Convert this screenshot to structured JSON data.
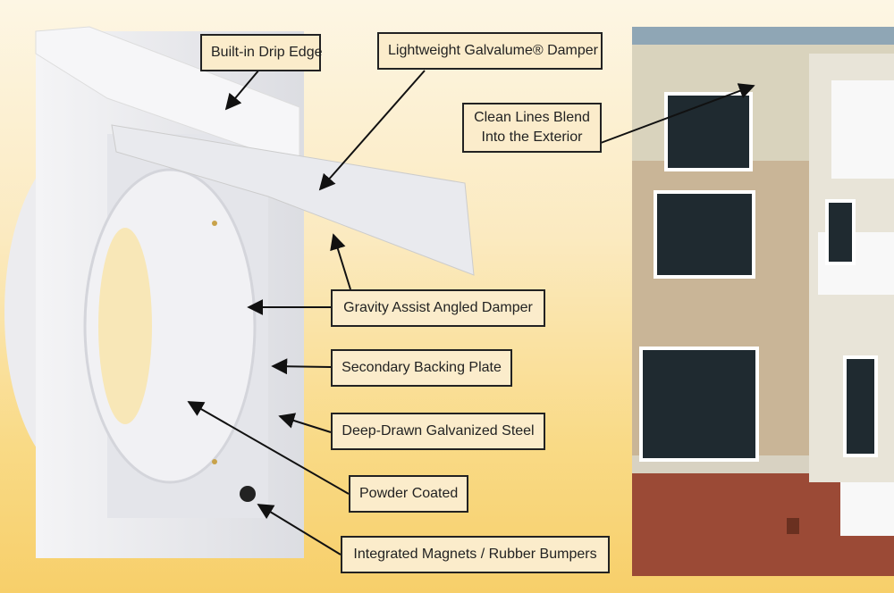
{
  "callouts": {
    "drip_edge": "Built-in Drip Edge",
    "damper": "Lightweight Galvalume® Damper",
    "clean_lines_1": "Clean Lines Blend",
    "clean_lines_2": "Into the Exterior",
    "gravity": "Gravity Assist Angled Damper",
    "backing": "Secondary Backing Plate",
    "steel": "Deep-Drawn Galvanized Steel",
    "powder": "Powder Coated",
    "magnets": "Integrated Magnets / Rubber Bumpers"
  },
  "colors": {
    "label_bg": "#fbeccb",
    "label_border": "#222222",
    "siding": "#c9b597",
    "brick": "#9b4a36"
  }
}
